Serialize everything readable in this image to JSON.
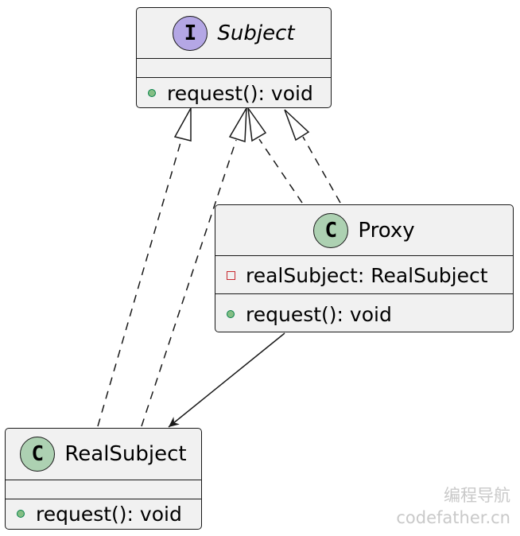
{
  "classes": {
    "subject": {
      "name": "Subject",
      "stereotype_letter": "I",
      "kind": "interface",
      "badge_color": "#b4a7e5",
      "fields": [],
      "methods": [
        {
          "visibility": "public",
          "text": "request(): void"
        }
      ]
    },
    "proxy": {
      "name": "Proxy",
      "stereotype_letter": "C",
      "kind": "class",
      "badge_color": "#add1b2",
      "fields": [
        {
          "visibility": "private",
          "text": "realSubject: RealSubject"
        }
      ],
      "methods": [
        {
          "visibility": "public",
          "text": "request(): void"
        }
      ]
    },
    "real_subject": {
      "name": "RealSubject",
      "stereotype_letter": "C",
      "kind": "class",
      "badge_color": "#add1b2",
      "fields": [],
      "methods": [
        {
          "visibility": "public",
          "text": "request(): void"
        }
      ]
    }
  },
  "relations": [
    {
      "from": "RealSubject",
      "to": "Subject",
      "type": "realization"
    },
    {
      "from": "Proxy",
      "to": "Subject",
      "type": "realization"
    },
    {
      "from": "Proxy",
      "to": "RealSubject",
      "type": "association"
    }
  ],
  "watermark": {
    "line1": "编程导航",
    "line2": "codefather.cn"
  }
}
